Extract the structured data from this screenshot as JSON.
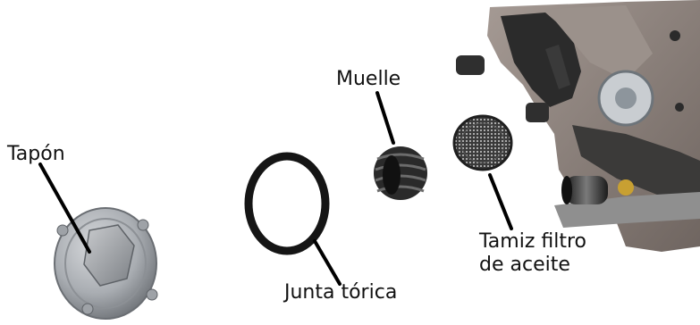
{
  "labels": {
    "plug": "Tapón",
    "spring": "Muelle",
    "oring": "Junta tórica",
    "strainer_line1": "Tamiz filtro",
    "strainer_line2": "de aceite"
  },
  "colors": {
    "background": "#ffffff",
    "text": "#111111",
    "plug_metal": "#a9adb2",
    "oring": "#151515",
    "spring": "#2a2a2a",
    "engine_case": "#8a7f7a",
    "engine_dark": "#2b2b2b"
  }
}
